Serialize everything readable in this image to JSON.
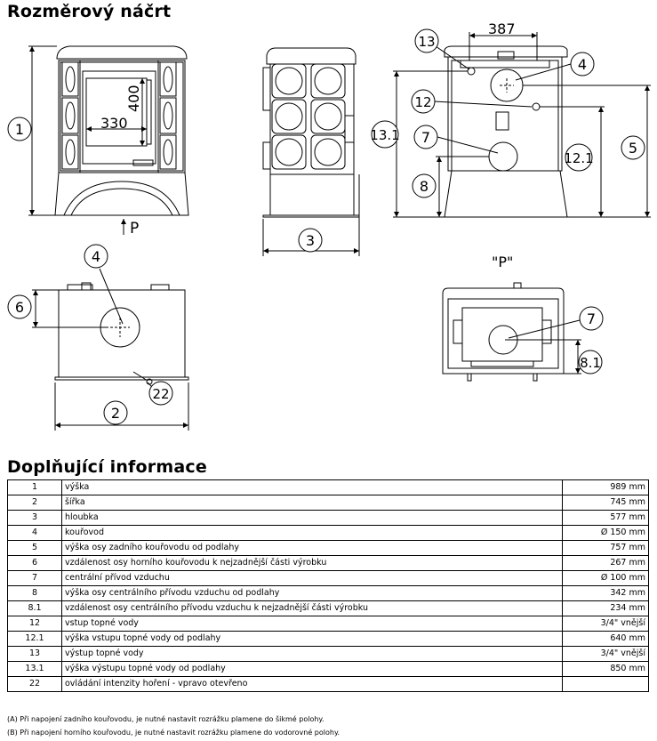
{
  "headings": {
    "sketch": "Rozměrový náčrt",
    "info": "Doplňující informace"
  },
  "drawing": {
    "callouts": {
      "c1": "1",
      "c2": "2",
      "c3": "3",
      "c4a": "4",
      "c4b": "4",
      "c5": "5",
      "c6": "6",
      "c7a": "7",
      "c7b": "7",
      "c8": "8",
      "c81": "8.1",
      "c12": "12",
      "c121": "12.1",
      "c13": "13",
      "c131": "13.1",
      "c22": "22"
    },
    "dim_387": "387",
    "dim_330": "330",
    "dim_400": "400",
    "view_p": "P",
    "view_p_label": "\"P\""
  },
  "rows": [
    {
      "n": "1",
      "label": "výška",
      "value": "989 mm"
    },
    {
      "n": "2",
      "label": "šířka",
      "value": "745 mm"
    },
    {
      "n": "3",
      "label": "hloubka",
      "value": "577 mm"
    },
    {
      "n": "4",
      "label": "kouřovod",
      "value": "Ø 150 mm"
    },
    {
      "n": "5",
      "label": "výška osy zadního kouřovodu od podlahy",
      "value": "757 mm"
    },
    {
      "n": "6",
      "label": "vzdálenost osy horního kouřovodu k nejzadnější části výrobku",
      "value": "267 mm"
    },
    {
      "n": "7",
      "label": "centrální přívod vzduchu",
      "value": "Ø 100 mm"
    },
    {
      "n": "8",
      "label": "výška osy centrálního přívodu vzduchu od podlahy",
      "value": "342 mm"
    },
    {
      "n": "8.1",
      "label": "vzdálenost osy centrálního přívodu vzduchu k nejzadnější části výrobku",
      "value": "234 mm"
    },
    {
      "n": "12",
      "label": "vstup topné vody",
      "value": "3/4\" vnější"
    },
    {
      "n": "12.1",
      "label": "výška vstupu topné vody od podlahy",
      "value": "640 mm"
    },
    {
      "n": "13",
      "label": "výstup topné vody",
      "value": "3/4\" vnější"
    },
    {
      "n": "13.1",
      "label": "výška výstupu topné vody od podlahy",
      "value": "850 mm"
    },
    {
      "n": "22",
      "label": "ovládání intenzity hoření - vpravo otevřeno",
      "value": ""
    }
  ],
  "notes": {
    "a": "(A) Při napojení zadního kouřovodu, je nutné nastavit rozrážku plamene do šikmé polohy.",
    "b": "(B) Při napojení horního kouřovodu, je nutné nastavit rozrážku plamene do vodorovné polohy."
  }
}
